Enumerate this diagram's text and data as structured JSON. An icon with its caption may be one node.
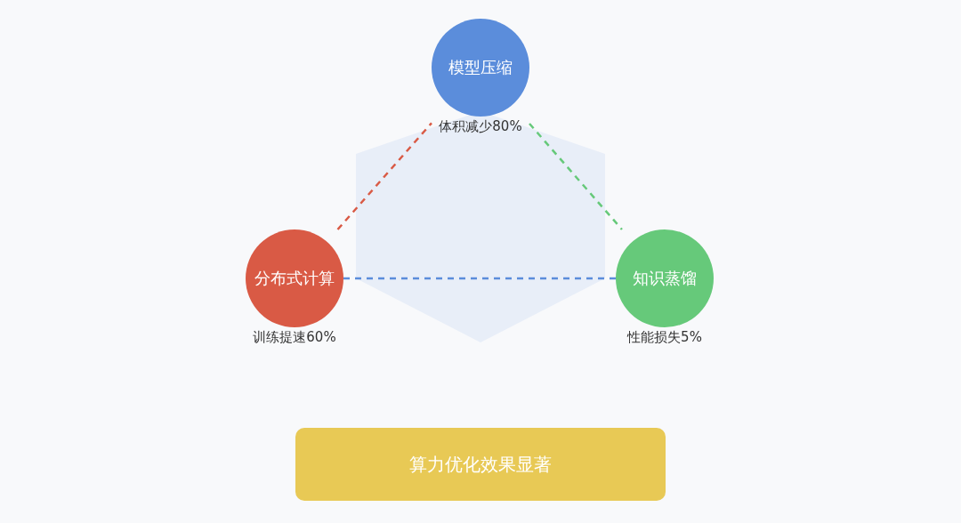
{
  "diagram": {
    "nodes": [
      {
        "text": [
          "模型压缩"
        ],
        "beside": [
          "体积减少80%"
        ]
      },
      {
        "text": [
          "分布式计算"
        ],
        "beside": [
          "训练提速60%"
        ]
      },
      {
        "text": [
          "知识蒸馏"
        ],
        "beside": [
          "性能损失5%"
        ]
      },
      {
        "text": [
          "算力优化效果显著"
        ]
      }
    ],
    "edges": [
      {
        "from": 1,
        "to": 0,
        "arrow": "none",
        "style": "dashed",
        "color": "#d95a45"
      },
      {
        "from": 0,
        "to": 2,
        "arrow": "none",
        "style": "dashed",
        "color": "#66c97a"
      },
      {
        "from": 1,
        "to": 2,
        "arrow": "none",
        "style": "dashed",
        "color": "#5b8ddb"
      }
    ]
  }
}
